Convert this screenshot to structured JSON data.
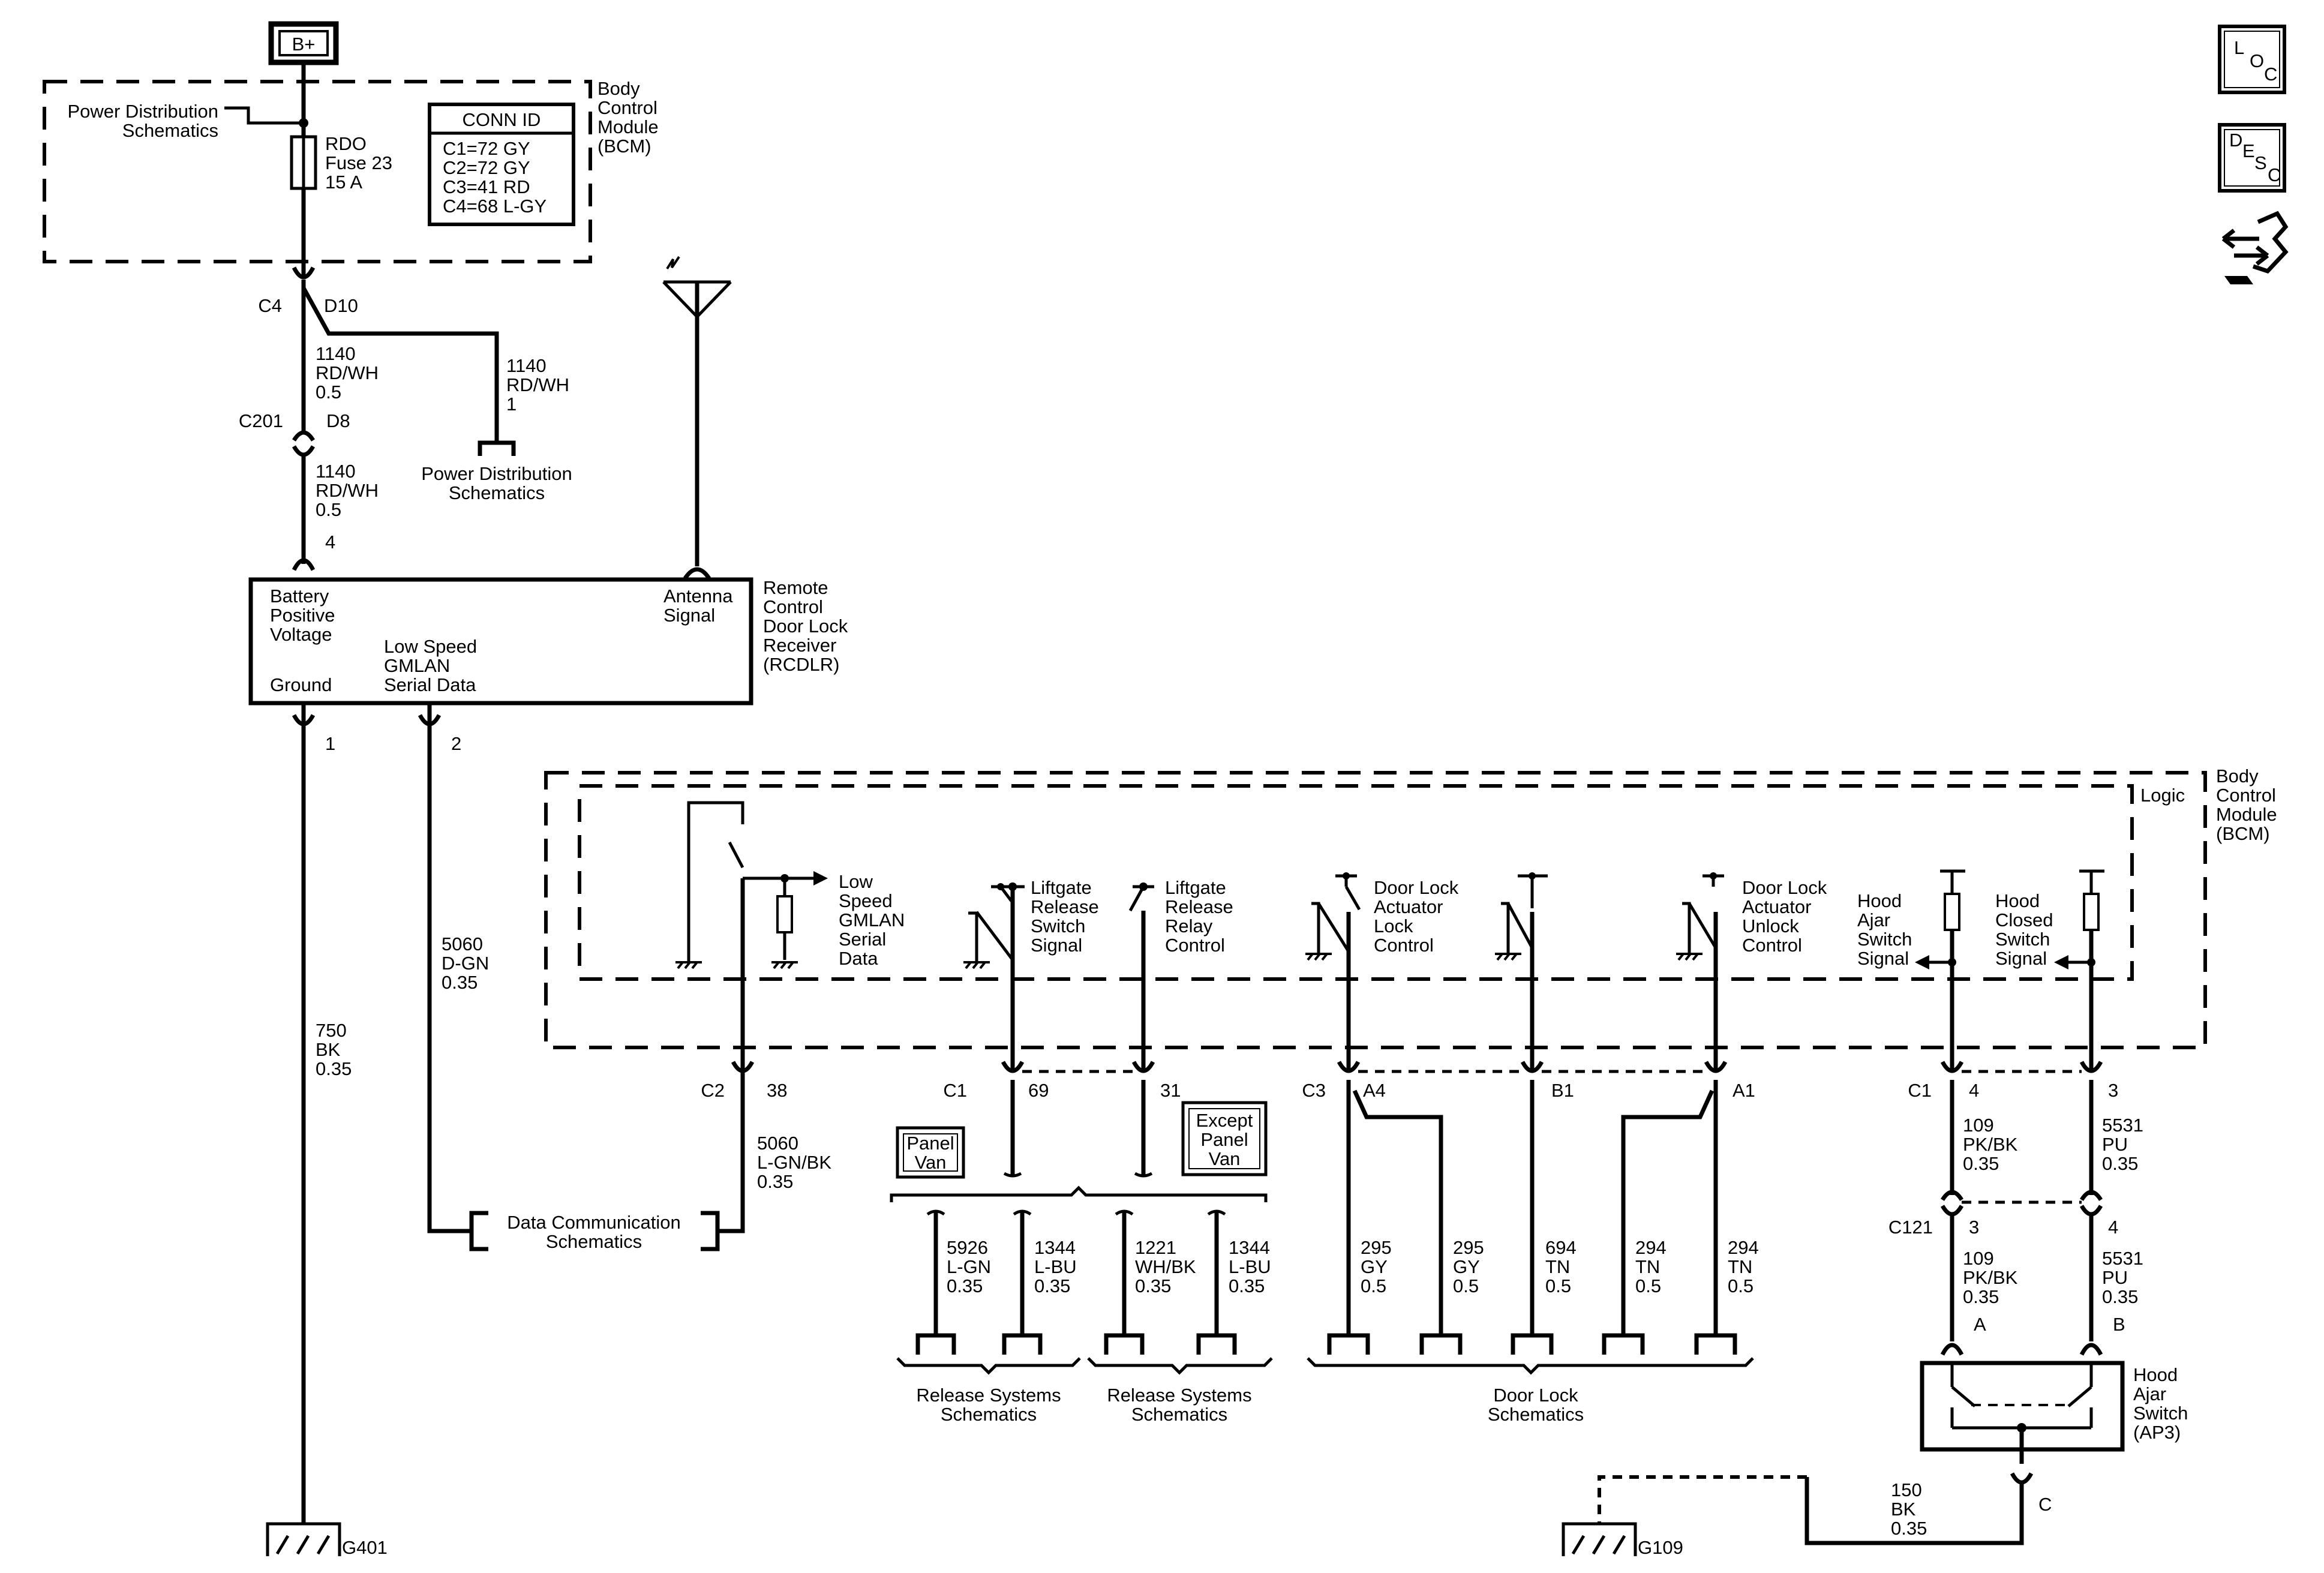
{
  "battery": "B+",
  "bcm_top": {
    "label": [
      "Body",
      "Control",
      "Module",
      "(BCM)"
    ],
    "power_dist": [
      "Power Distribution",
      "Schematics"
    ],
    "fuse": [
      "RDO",
      "Fuse 23",
      "15 A"
    ]
  },
  "conn_id": {
    "title": "CONN ID",
    "rows": [
      "C1=72 GY",
      "C2=72 GY",
      "C3=41 RD",
      "C4=68 L-GY"
    ]
  },
  "c4": "C4",
  "d10": "D10",
  "c201": "C201",
  "d8": "D8",
  "wire_1140_a": [
    "1140",
    "RD/WH",
    "0.5"
  ],
  "wire_1140_b": [
    "1140",
    "RD/WH",
    "1"
  ],
  "wire_1140_c": [
    "1140",
    "RD/WH",
    "0.5"
  ],
  "power_dist_2": [
    "Power Distribution",
    "Schematics"
  ],
  "rcdlr": {
    "label": [
      "Remote",
      "Control",
      "Door Lock",
      "Receiver",
      "(RCDLR)"
    ],
    "battery": [
      "Battery",
      "Positive",
      "Voltage"
    ],
    "ground": "Ground",
    "gmlan": [
      "Low Speed",
      "GMLAN",
      "Serial Data"
    ],
    "antenna": [
      "Antenna",
      "Signal"
    ],
    "pin4": "4",
    "pin1": "1",
    "pin2": "2"
  },
  "wire_5060_dgn": [
    "5060",
    "D-GN",
    "0.35"
  ],
  "wire_750": [
    "750",
    "BK",
    "0.35"
  ],
  "g401": "G401",
  "data_comm": [
    "Data Communication",
    "Schematics"
  ],
  "bcm_bottom": {
    "label": [
      "Body",
      "Control",
      "Module",
      "(BCM)"
    ],
    "logic": "Logic",
    "gmlan": [
      "Low",
      "Speed",
      "GMLAN",
      "Serial",
      "Data"
    ],
    "liftgate_sw": [
      "Liftgate",
      "Release",
      "Switch",
      "Signal"
    ],
    "liftgate_relay": [
      "Liftgate",
      "Release",
      "Relay",
      "Control"
    ],
    "lock": [
      "Door Lock",
      "Actuator",
      "Lock",
      "Control"
    ],
    "unlock": [
      "Door Lock",
      "Actuator",
      "Unlock",
      "Control"
    ],
    "hood_ajar": [
      "Hood",
      "Ajar",
      "Switch",
      "Signal"
    ],
    "hood_closed": [
      "Hood",
      "Closed",
      "Switch",
      "Signal"
    ]
  },
  "connectors": {
    "c2": "C2",
    "p38": "38",
    "c1a": "C1",
    "p69": "69",
    "p31": "31",
    "c3": "C3",
    "a4": "A4",
    "b1": "B1",
    "a1": "A1",
    "c1b": "C1",
    "p4": "4",
    "p3": "3",
    "c121": "C121",
    "p3b": "3",
    "p4b": "4",
    "sa": "A",
    "sb": "B",
    "sc": "C"
  },
  "wire_5060_lgn": [
    "5060",
    "L-GN/BK",
    "0.35"
  ],
  "panel_van": [
    "Panel",
    "Van"
  ],
  "except_panel_van": [
    "Except",
    "Panel",
    "Van"
  ],
  "release_wires": [
    [
      "5926",
      "L-GN",
      "0.35"
    ],
    [
      "1344",
      "L-BU",
      "0.35"
    ],
    [
      "1221",
      "WH/BK",
      "0.35"
    ],
    [
      "1344",
      "L-BU",
      "0.35"
    ]
  ],
  "release_schem_1": [
    "Release Systems",
    "Schematics"
  ],
  "release_schem_2": [
    "Release Systems",
    "Schematics"
  ],
  "door_wires": [
    [
      "295",
      "GY",
      "0.5"
    ],
    [
      "295",
      "GY",
      "0.5"
    ],
    [
      "694",
      "TN",
      "0.5"
    ],
    [
      "294",
      "TN",
      "0.5"
    ],
    [
      "294",
      "TN",
      "0.5"
    ]
  ],
  "door_schem": [
    "Door Lock",
    "Schematics"
  ],
  "wire_109_a": [
    "109",
    "PK/BK",
    "0.35"
  ],
  "wire_5531_a": [
    "5531",
    "PU",
    "0.35"
  ],
  "wire_109_b": [
    "109",
    "PK/BK",
    "0.35"
  ],
  "wire_5531_b": [
    "5531",
    "PU",
    "0.35"
  ],
  "hood_switch": [
    "Hood",
    "Ajar",
    "Switch",
    "(AP3)"
  ],
  "wire_150": [
    "150",
    "BK",
    "0.35"
  ],
  "g109": "G109",
  "side_icons": {
    "loc": [
      "L",
      "O",
      "C"
    ],
    "desc": [
      "D",
      "E",
      "S",
      "C"
    ],
    "tool_icon": "connector-tool-icon"
  }
}
